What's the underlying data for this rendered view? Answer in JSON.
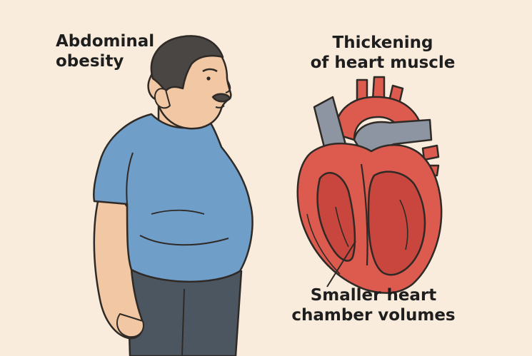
{
  "labels": {
    "abdominal_obesity": "Abdominal\nobesity",
    "heart_muscle": "Thickening\nof heart muscle",
    "chamber_volumes": "Smaller heart\nchamber volumes"
  },
  "colors": {
    "background": "#f9ecdc",
    "skin": "#f2c7a4",
    "shirt": "#6f9ec9",
    "pants": "#4c5660",
    "hair": "#4a4643",
    "heart_red": "#dd5a4f",
    "heart_inner": "#c8463d",
    "vessel_grey": "#8d95a2",
    "outline": "#2f2a26"
  },
  "icons": [
    "man-figure",
    "heart-cross-section"
  ]
}
